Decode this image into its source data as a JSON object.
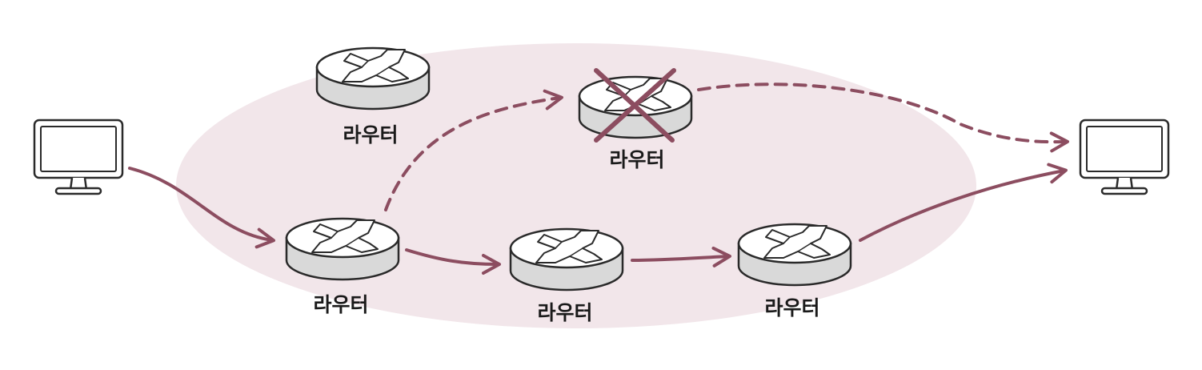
{
  "colors": {
    "network_area": "#f2e6ea",
    "path": "#8c4d60",
    "outline": "#2a2a2a",
    "device_fill": "#ffffff",
    "router_side": "#d6d6d6"
  },
  "routers": [
    {
      "id": "router-top-left",
      "label": "라우터",
      "failed": false
    },
    {
      "id": "router-failed",
      "label": "라우터",
      "failed": true
    },
    {
      "id": "router-entry",
      "label": "라우터",
      "failed": false
    },
    {
      "id": "router-middle",
      "label": "라우터",
      "failed": false
    },
    {
      "id": "router-exit",
      "label": "라우터",
      "failed": false
    }
  ],
  "computers": [
    {
      "id": "source-computer"
    },
    {
      "id": "destination-computer"
    }
  ],
  "paths": [
    {
      "id": "active-route",
      "style": "solid"
    },
    {
      "id": "failed-route",
      "style": "dashed"
    }
  ]
}
